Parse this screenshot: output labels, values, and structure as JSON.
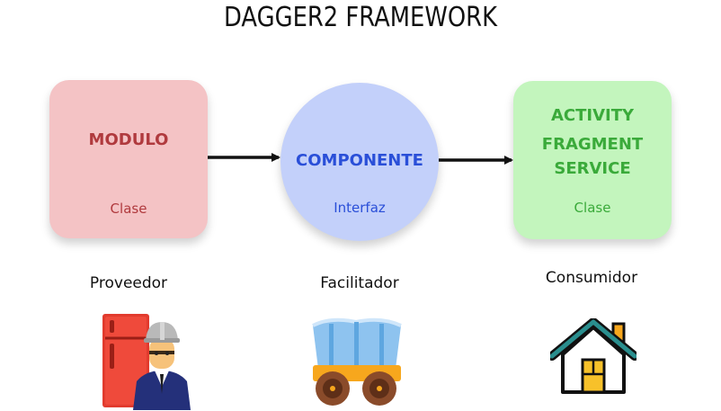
{
  "title": "DAGGER2 FRAMEWORK",
  "nodes": {
    "modulo": {
      "main": "MODULO",
      "sub": "Clase",
      "role": "Proveedor"
    },
    "componente": {
      "main": "COMPONENTE",
      "sub": "Interfaz",
      "role": "Facilitador"
    },
    "activity": {
      "main_lines": [
        "ACTIVITY",
        "FRAGMENT",
        "SERVICE"
      ],
      "sub": "Clase",
      "role": "Consumidor"
    }
  },
  "colors": {
    "modulo_fill": "#f4c3c5",
    "modulo_text": "#b03a3e",
    "componente_fill": "#c3d0fa",
    "componente_text": "#2a4fd8",
    "activity_fill": "#c3f5bd",
    "activity_text": "#3aaa3a"
  },
  "icons": [
    "worker-with-fridge-icon",
    "wagon-icon",
    "house-icon"
  ]
}
